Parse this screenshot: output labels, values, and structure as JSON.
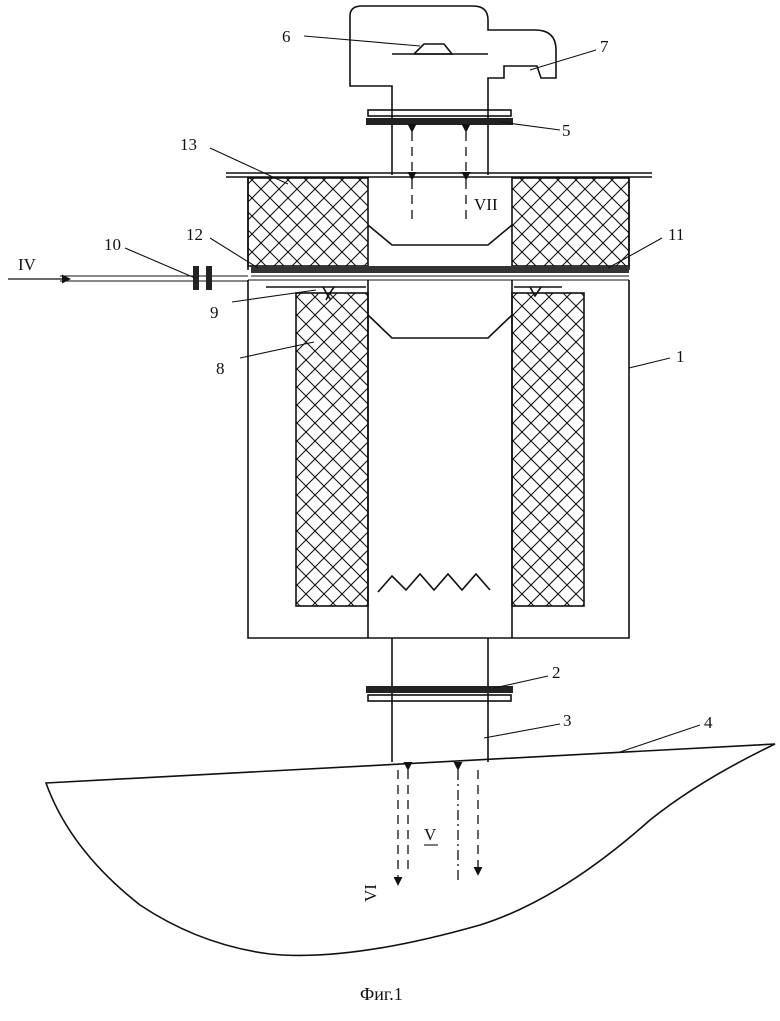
{
  "figure": {
    "caption": "Фиг.1",
    "callouts": [
      "1",
      "2",
      "3",
      "4",
      "5",
      "6",
      "7",
      "8",
      "9",
      "10",
      "11",
      "12",
      "13"
    ],
    "flows": {
      "inlet": "IV",
      "up": "V",
      "down": "VI",
      "exhaust": "VII"
    }
  }
}
